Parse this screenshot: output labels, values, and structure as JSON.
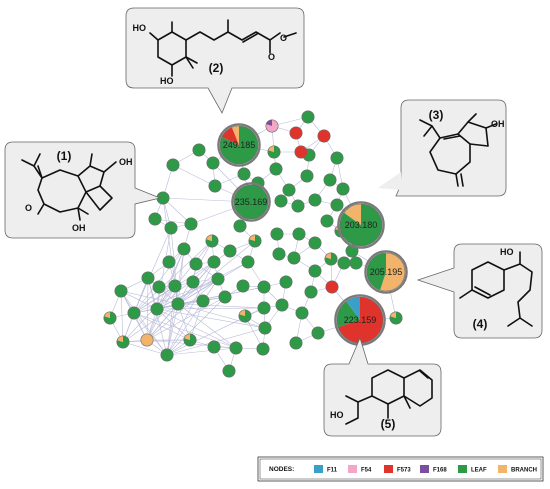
{
  "colors": {
    "F11": "#3aa0c8",
    "F54": "#f4a6c6",
    "F573": "#e0332b",
    "F168": "#7b4fa0",
    "LEAF": "#2e9a48",
    "BRANCH": "#f2b36a",
    "edge": "#b9bcd9",
    "callout": "#eeeeee"
  },
  "legend": {
    "title": "NODES:",
    "items": [
      {
        "key": "F11",
        "label": "F11"
      },
      {
        "key": "F54",
        "label": "F54"
      },
      {
        "key": "F573",
        "label": "F573"
      },
      {
        "key": "F168",
        "label": "F168"
      },
      {
        "key": "LEAF",
        "label": "LEAF"
      },
      {
        "key": "BRANCH",
        "label": "BRANCH"
      }
    ]
  },
  "hubs": [
    {
      "id": "h1",
      "label": "249.185",
      "slices": [
        [
          "LEAF",
          0.82
        ],
        [
          "F573",
          0.12
        ],
        [
          "BRANCH",
          0.06
        ]
      ]
    },
    {
      "id": "h2",
      "label": "235.169",
      "slices": [
        [
          "LEAF",
          1.0
        ]
      ]
    },
    {
      "id": "h3",
      "label": "203.180",
      "slices": [
        [
          "LEAF",
          0.85
        ],
        [
          "BRANCH",
          0.15
        ]
      ]
    },
    {
      "id": "h4",
      "label": "205.195",
      "slices": [
        [
          "BRANCH",
          0.55
        ],
        [
          "LEAF",
          0.45
        ]
      ]
    },
    {
      "id": "h5",
      "label": "223.159",
      "slices": [
        [
          "F573",
          0.7
        ],
        [
          "LEAF",
          0.2
        ],
        [
          "F11",
          0.1
        ]
      ]
    }
  ],
  "molecules": [
    {
      "id": "m1",
      "label": "(1)",
      "atoms": [
        "OH",
        "O",
        "OH"
      ]
    },
    {
      "id": "m2",
      "label": "(2)",
      "atoms": [
        "HO",
        "O",
        "O",
        "HO"
      ]
    },
    {
      "id": "m3",
      "label": "(3)",
      "atoms": [
        "OH"
      ]
    },
    {
      "id": "m4",
      "label": "(4)",
      "atoms": [
        "HO"
      ]
    },
    {
      "id": "m5",
      "label": "(5)",
      "atoms": [
        "HO"
      ]
    }
  ]
}
